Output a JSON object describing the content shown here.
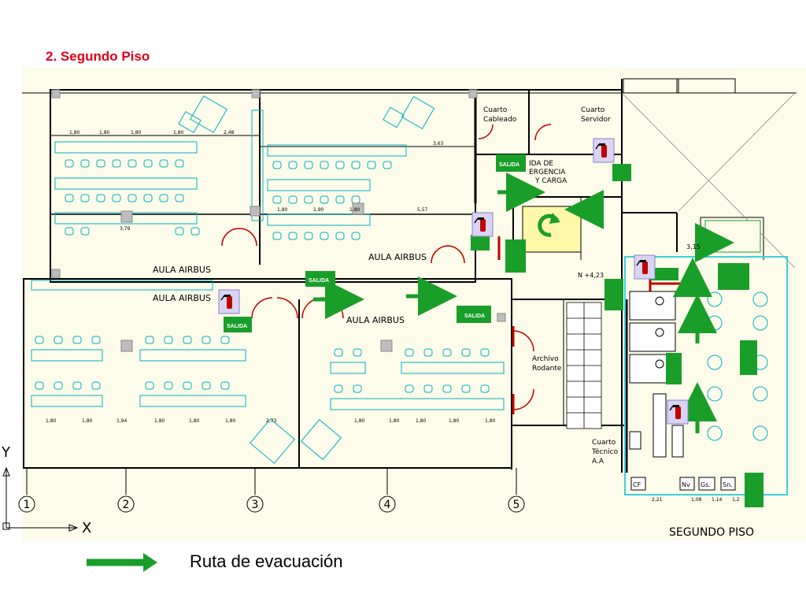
{
  "page_title": "2. Segundo Piso",
  "plan": {
    "floor_label": "SEGUNDO PISO",
    "rooms": {
      "aula_1": "AULA AIRBUS",
      "aula_2": "AULA AIRBUS",
      "aula_3": "AULA AIRBUS",
      "aula_4": "AULA AIRBUS",
      "cuarto_cableado": [
        "Cuarto",
        "Cableado"
      ],
      "cuarto_servidor": [
        "Cuarto",
        "Servidor"
      ],
      "salida_emergencia": [
        "IDA DE",
        "ERGENCIA",
        "Y CARGA"
      ],
      "archivo_rodante": [
        "Archivo",
        "Rodante"
      ],
      "cuarto_tecnico": [
        "Cuarto",
        "Técnico",
        "A.A"
      ]
    },
    "level_mark": "N +4,23",
    "level_mark_2": "3,15",
    "small_boxes": [
      "Nv",
      "Gs.",
      "Sn."
    ],
    "cf_label": "CF",
    "exit_sign": "SALIDA",
    "dimensions": {
      "top_left": [
        "1,80",
        "1,80",
        "1,80",
        "1,80",
        "2,48"
      ],
      "middle": "3,63",
      "row_b": [
        "1,80",
        "1,90",
        "1,80",
        "5,57"
      ],
      "row_c": "3,79",
      "bottom": [
        "1,80",
        "1,80",
        "1,94",
        "1,80",
        "1,80",
        "1,80",
        "2,73",
        "1,80",
        "1,80",
        "1,80",
        "1,80",
        "1,80"
      ],
      "bottom_right": [
        "2,21",
        "1,08",
        "1,14",
        "1,2"
      ]
    },
    "axes": [
      "1",
      "2",
      "3",
      "4",
      "5"
    ],
    "coord_axes": {
      "y": "Y",
      "x": "X"
    }
  },
  "legend": {
    "label": "Ruta de evacuación"
  },
  "colors": {
    "title": "#e0001b",
    "walls": "#000000",
    "furniture": "#00b0c8",
    "evac_arrow": "#1a9e2a",
    "exit_sign": "#1a9e2a",
    "extinguisher": "#c00000"
  }
}
